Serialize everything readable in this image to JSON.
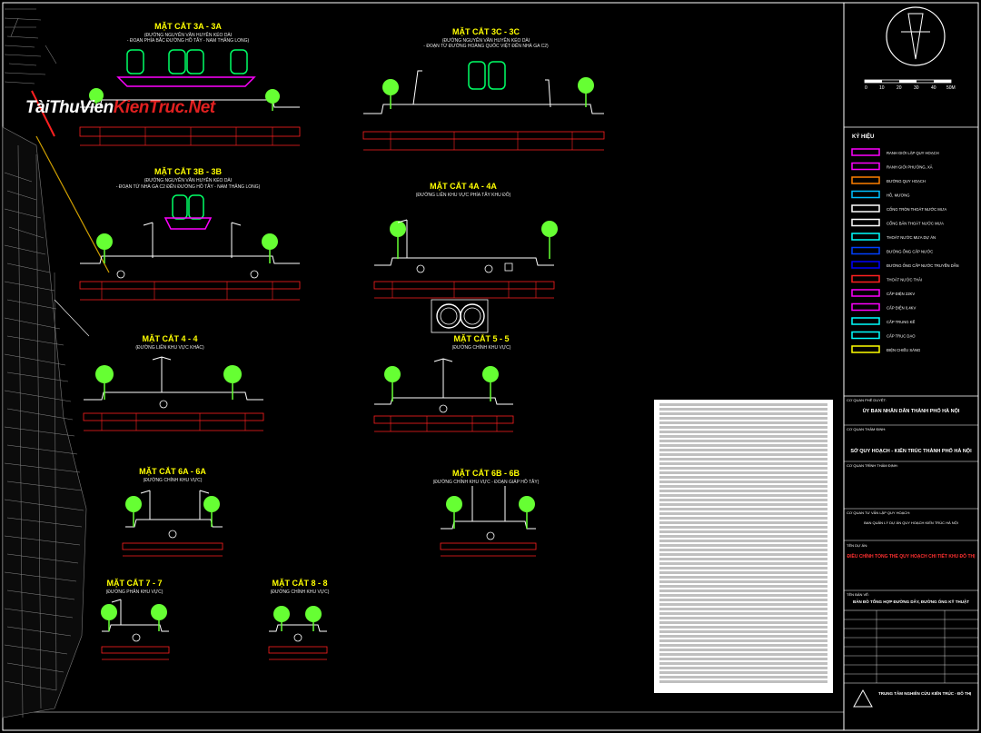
{
  "watermark": {
    "text_a": "ThuVien",
    "text_b": "KienTruc.Net",
    "prefix": "Tài"
  },
  "sections": [
    {
      "id": "3a",
      "title": "MẶT CẮT 3A - 3A",
      "sub1": "(ĐƯỜNG NGUYỄN VĂN HUYÊN KÉO DÀI",
      "sub2": "- ĐOẠN PHÍA BẮC ĐƯỜNG HỒ TÂY - NAM THĂNG LONG)"
    },
    {
      "id": "3c",
      "title": "MẶT CẮT 3C - 3C",
      "sub1": "(ĐƯỜNG NGUYỄN VĂN HUYÊN KÉO DÀI",
      "sub2": "- ĐOẠN TỪ ĐƯỜNG HOÀNG QUỐC VIỆT ĐẾN NHÀ GA C2)"
    },
    {
      "id": "3b",
      "title": "MẶT CẮT 3B - 3B",
      "sub1": "(ĐƯỜNG NGUYỄN VĂN HUYÊN KÉO DÀI",
      "sub2": "- ĐOẠN TỪ NHÀ GA C2 ĐẾN ĐƯỜNG HỒ TÂY - NAM THĂNG LONG)"
    },
    {
      "id": "4a",
      "title": "MẶT CẮT 4A - 4A",
      "sub1": "(ĐƯỜNG LIÊN KHU VỰC PHÍA TÂY KHU ĐÔ)",
      "sub2": ""
    },
    {
      "id": "44",
      "title": "MẶT CẮT 4 - 4",
      "sub1": "(ĐƯỜNG LIÊN KHU VỰC KHÁC)",
      "sub2": ""
    },
    {
      "id": "55",
      "title": "MẶT CẮT 5 - 5",
      "sub1": "(ĐƯỜNG CHÍNH KHU VỰC)",
      "sub2": ""
    },
    {
      "id": "6a",
      "title": "MẶT CẮT 6A - 6A",
      "sub1": "(ĐƯỜNG CHÍNH KHU VỰC)",
      "sub2": ""
    },
    {
      "id": "6b",
      "title": "MẶT CẮT 6B - 6B",
      "sub1": "(ĐƯỜNG CHÍNH KHU VỰC - ĐOẠN GIÁP HỒ TÂY)",
      "sub2": ""
    },
    {
      "id": "77",
      "title": "MẶT CẮT 7 - 7",
      "sub1": "(ĐƯỜNG PHÂN KHU VỰC)",
      "sub2": ""
    },
    {
      "id": "88",
      "title": "MẶT CẮT 8 - 8",
      "sub1": "(ĐƯỜNG CHÍNH KHU VỰC)",
      "sub2": ""
    }
  ],
  "legend": {
    "title": "KÝ HIỆU",
    "items": [
      {
        "label": "RANH GIỚI LẬP QUY HOẠCH",
        "color": "#ff00ff"
      },
      {
        "label": "RANH GIỚI PHƯỜNG, XÃ",
        "color": "#ff00ff"
      },
      {
        "label": "ĐƯỜNG QUY HOẠCH",
        "color": "#ff8000"
      },
      {
        "label": "HỒ, MƯƠNG",
        "color": "#00bfff"
      },
      {
        "label": "CỐNG TRÒN THOÁT NƯỚC MƯA",
        "color": "#ffffff"
      },
      {
        "label": "CỐNG BẢN THOÁT NƯỚC MƯA",
        "color": "#ffffff"
      },
      {
        "label": "THOÁT NƯỚC MƯA DỰ ÁN",
        "color": "#00ffff"
      },
      {
        "label": "ĐƯỜNG ỐNG CẤP NƯỚC",
        "color": "#0040ff"
      },
      {
        "label": "ĐƯỜNG ỐNG CẤP NƯỚC TRUYỀN DẪN",
        "color": "#0000ff"
      },
      {
        "label": "THOÁT NƯỚC THẢI",
        "color": "#ff2020"
      },
      {
        "label": "CẤP ĐIỆN 22KV",
        "color": "#ff00ff"
      },
      {
        "label": "CẤP ĐIỆN 0,4KV",
        "color": "#ff00ff"
      },
      {
        "label": "CẤP TRUNG KẾ",
        "color": "#00ffff"
      },
      {
        "label": "CẤP TRUC DẠO",
        "color": "#00ffff"
      },
      {
        "label": "ĐIỆN CHIẾU SÁNG",
        "color": "#ffff00"
      }
    ]
  },
  "title_block": {
    "row1_label": "CƠ QUAN PHÊ DUYỆT:",
    "row1_value": "ỦY BAN NHÂN DÂN THÀNH PHỐ HÀ NỘI",
    "row2_label": "CƠ QUAN THẨM ĐỊNH:",
    "row2_value": "SỞ QUY HOẠCH - KIẾN TRÚC THÀNH PHỐ HÀ NỘI",
    "row3_label": "CƠ QUAN TRÌNH THẨM ĐỊNH:",
    "row4_label": "CƠ QUAN TƯ VẤN LẬP QUY HOẠCH:",
    "row4_value": "BAN QUẢN LÝ DỰ ÁN QUY HOẠCH KIẾN TRÚC HÀ NỘI",
    "project_label": "TÊN DỰ ÁN:",
    "project_red": "ĐIỀU CHỈNH TỔNG THỂ QUY HOẠCH CHI TIẾT KHU ĐÔ THỊ",
    "drawing_label": "TÊN BẢN VẼ:",
    "drawing_value": "BẢN ĐỒ TỔNG HỢP ĐƯỜNG DÂY, ĐƯỜNG ỐNG KỸ THUẬT",
    "org": "TRUNG TÂM NGHIÊN CỨU KIẾN TRÚC - ĐÔ THỊ"
  },
  "scale_bar": {
    "ticks": [
      "0",
      "10",
      "20",
      "30",
      "40",
      "50"
    ],
    "unit": "50M"
  }
}
